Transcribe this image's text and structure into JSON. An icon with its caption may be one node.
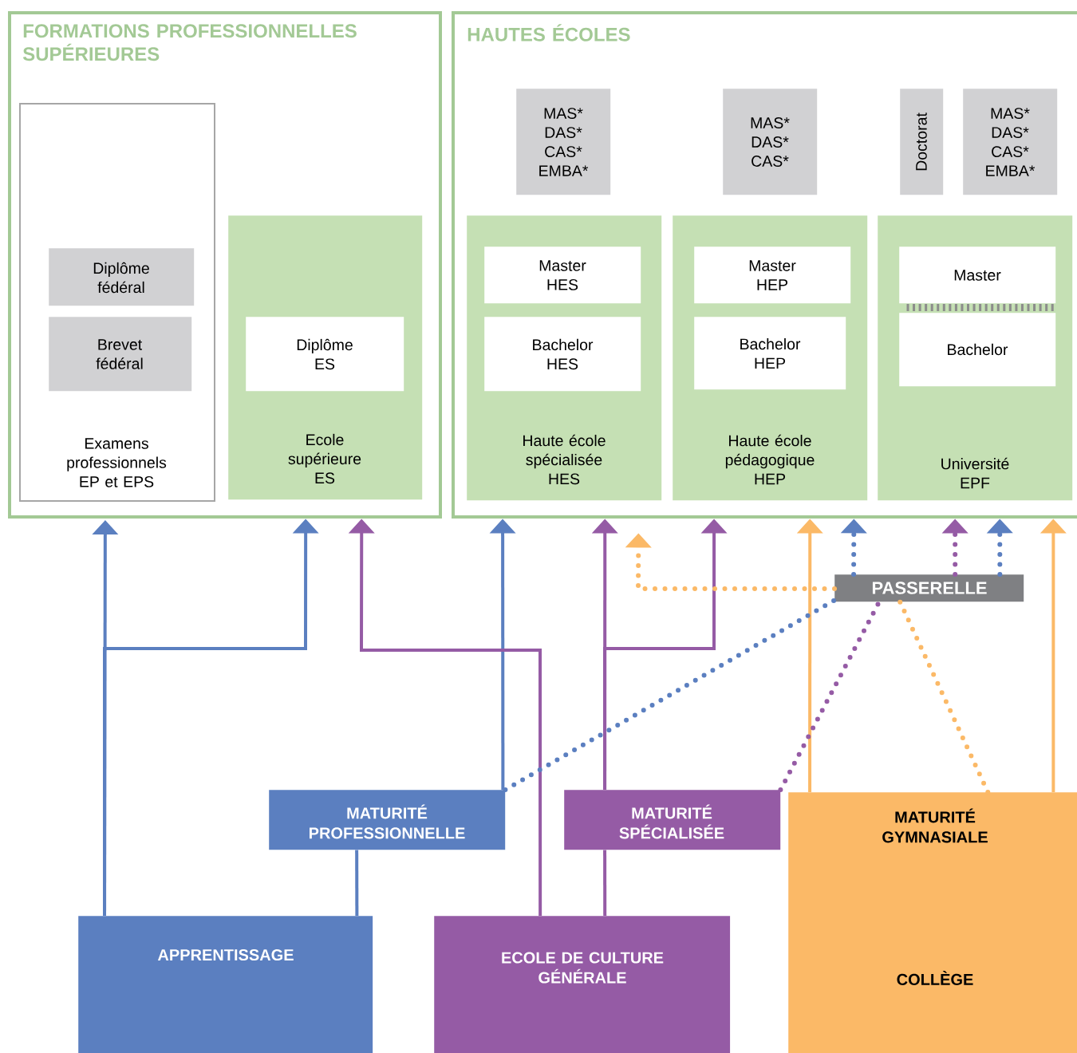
{
  "diagram": {
    "nodes": [
      {
        "text": [
          "FORMATIONS PROFESSIONNELLES SUPÉRIEURES"
        ]
      },
      {
        "text": [
          "Examens professionnels EP et EPS"
        ],
        "in": 0
      },
      {
        "text": [
          "Diplôme fédéral"
        ],
        "in": 1
      },
      {
        "text": [
          "Brevet fédéral"
        ],
        "in": 1
      },
      {
        "text": [
          "Ecole supérieure ES"
        ],
        "in": 0
      },
      {
        "text": [
          "Diplôme ES"
        ],
        "in": 4
      },
      {
        "text": [
          "HAUTES ÉCOLES"
        ]
      },
      {
        "text": [
          "MAS* DAS* CAS* EMBA*"
        ],
        "in": 6
      },
      {
        "text": [
          "MAS* DAS* CAS*"
        ],
        "in": 6
      },
      {
        "text": [
          "Doctorat"
        ],
        "in": 6
      },
      {
        "text": [
          "MAS* DAS* CAS* EMBA*"
        ],
        "in": 6
      },
      {
        "text": [
          "Haute école spécialisée HES"
        ],
        "in": 6
      },
      {
        "text": [
          "Master HES"
        ],
        "in": 11
      },
      {
        "text": [
          "Bachelor HES"
        ],
        "in": 11
      },
      {
        "text": [
          "Haute école pédagogique HEP"
        ],
        "in": 6
      },
      {
        "text": [
          "Master HEP"
        ],
        "in": 14
      },
      {
        "text": [
          "Bachelor HEP"
        ],
        "in": 14
      },
      {
        "text": [
          "Université EPF"
        ],
        "in": 6
      },
      {
        "text": [
          "Master"
        ],
        "in": 17
      },
      {
        "text": [
          "Bachelor"
        ],
        "in": 17
      },
      {
        "text": [
          "PASSERELLE"
        ]
      },
      {
        "text": [
          "MATURITÉ PROFESSIONNELLE"
        ]
      },
      {
        "text": [
          "MATURITÉ SPÉCIALISÉE"
        ]
      },
      {
        "text": [
          "MATURITÉ GYMNASIALE",
          "COLLÈGE"
        ]
      },
      {
        "text": [
          "APPRENTISSAGE"
        ]
      },
      {
        "text": [
          "ECOLE DE CULTURE GÉNÉRALE"
        ]
      }
    ],
    "edges": [
      {
        "from": 24,
        "to": 1,
        "arrow": "to",
        "color": "#5b7fc0"
      },
      {
        "from": 24,
        "to": 4,
        "arrow": "to",
        "color": "#5b7fc0"
      },
      {
        "from": 24,
        "to": 21,
        "arrow": "none",
        "color": "#5b7fc0"
      },
      {
        "from": 21,
        "to": 11,
        "arrow": "to",
        "color": "#5b7fc0"
      },
      {
        "from": 25,
        "to": 4,
        "arrow": "to",
        "color": "#955ba5"
      },
      {
        "from": 25,
        "to": 22,
        "arrow": "none",
        "color": "#955ba5"
      },
      {
        "from": 22,
        "to": 11,
        "arrow": "to",
        "color": "#955ba5"
      },
      {
        "from": 22,
        "to": 14,
        "arrow": "to",
        "color": "#955ba5"
      },
      {
        "from": 23,
        "to": 14,
        "arrow": "to",
        "color": "#fbb967"
      },
      {
        "from": 23,
        "to": 17,
        "arrow": "to",
        "color": "#fbb967"
      },
      {
        "from": 21,
        "to": 20,
        "arrow": "none",
        "style": "dashed",
        "color": "#5b7fc0"
      },
      {
        "from": 22,
        "to": 20,
        "arrow": "none",
        "style": "dashed",
        "color": "#955ba5"
      },
      {
        "from": 23,
        "to": 20,
        "arrow": "none",
        "style": "dashed",
        "color": "#fbb967"
      },
      {
        "from": 20,
        "to": 11,
        "arrow": "to",
        "style": "dashed",
        "color": "#fbb967"
      },
      {
        "from": 20,
        "to": 14,
        "arrow": "to",
        "style": "dashed",
        "color": "#5b7fc0"
      },
      {
        "from": 20,
        "to": 17,
        "arrow": "to",
        "style": "dashed",
        "color": "#955ba5"
      },
      {
        "from": 20,
        "to": 17,
        "arrow": "to",
        "style": "dashed",
        "color": "#5b7fc0"
      }
    ]
  }
}
